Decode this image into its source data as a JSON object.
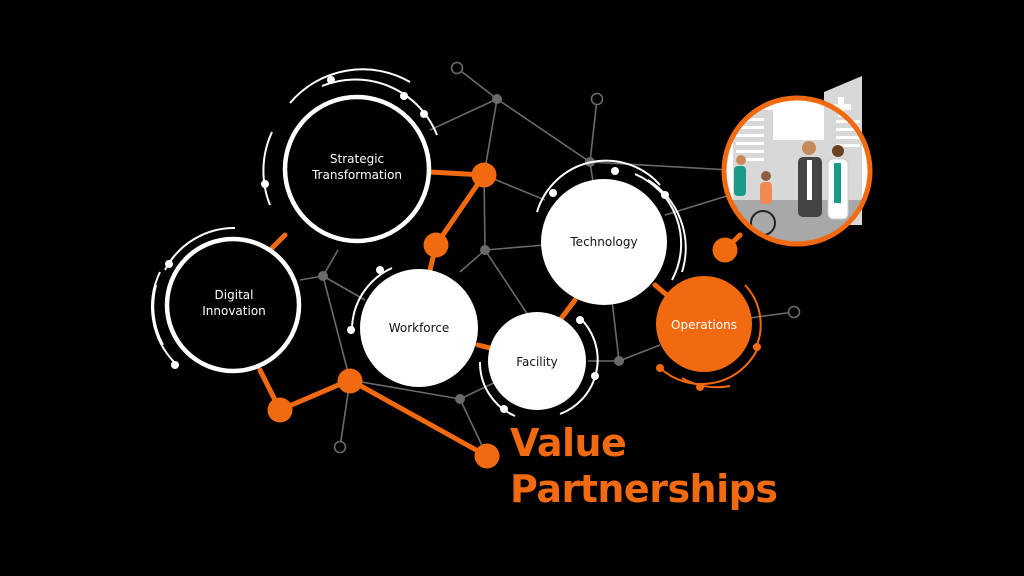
{
  "colors": {
    "background": "#000000",
    "accent": "#f26a10",
    "network_line": "#6a6a6a",
    "network_node": "#6a6a6a",
    "circle_fill_light": "#ffffff",
    "circle_stroke": "#ffffff"
  },
  "nodes": [
    {
      "id": "strategic-transformation",
      "line1": "Strategic",
      "line2": "Transformation",
      "style": "outlined"
    },
    {
      "id": "digital-innovation",
      "line1": "Digital",
      "line2": "Innovation",
      "style": "outlined"
    },
    {
      "id": "workforce",
      "label": "Workforce",
      "style": "filled-white"
    },
    {
      "id": "facility",
      "label": "Facility",
      "style": "filled-white"
    },
    {
      "id": "technology",
      "label": "Technology",
      "style": "filled-white"
    },
    {
      "id": "operations",
      "label": "Operations",
      "style": "filled-orange"
    }
  ],
  "illustration": {
    "description": "hospital building with healthcare workers and patient in wheelchair",
    "icon": "hospital-people-illustration"
  },
  "title": {
    "line1": "Value",
    "line2": "Partnerships"
  }
}
